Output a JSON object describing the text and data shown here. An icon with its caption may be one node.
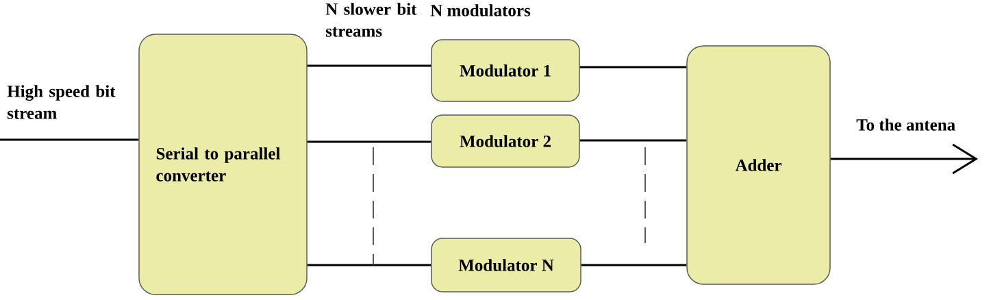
{
  "diagram": {
    "nodes": [
      {
        "text": [
          "Serial to parallel converter"
        ]
      },
      {
        "text": [
          "Modulator 1"
        ]
      },
      {
        "text": [
          "Modulator 2"
        ]
      },
      {
        "text": [
          "Modulator N"
        ]
      },
      {
        "text": [
          "Adder"
        ]
      }
    ],
    "edges": [
      {
        "from": null,
        "to": 0,
        "arrow": "none",
        "label": "High speed bit stream"
      },
      {
        "from": 0,
        "to": 1,
        "arrow": "none"
      },
      {
        "from": 0,
        "to": 2,
        "arrow": "none"
      },
      {
        "from": 0,
        "to": 3,
        "arrow": "none"
      },
      {
        "from": 1,
        "to": 4,
        "arrow": "none"
      },
      {
        "from": 2,
        "to": 4,
        "arrow": "none"
      },
      {
        "from": 3,
        "to": 4,
        "arrow": "none"
      },
      {
        "from": 4,
        "to": null,
        "arrow": "to",
        "label": "To the antena"
      }
    ],
    "labels": [
      "N slower bit streams",
      "N modulators"
    ]
  }
}
